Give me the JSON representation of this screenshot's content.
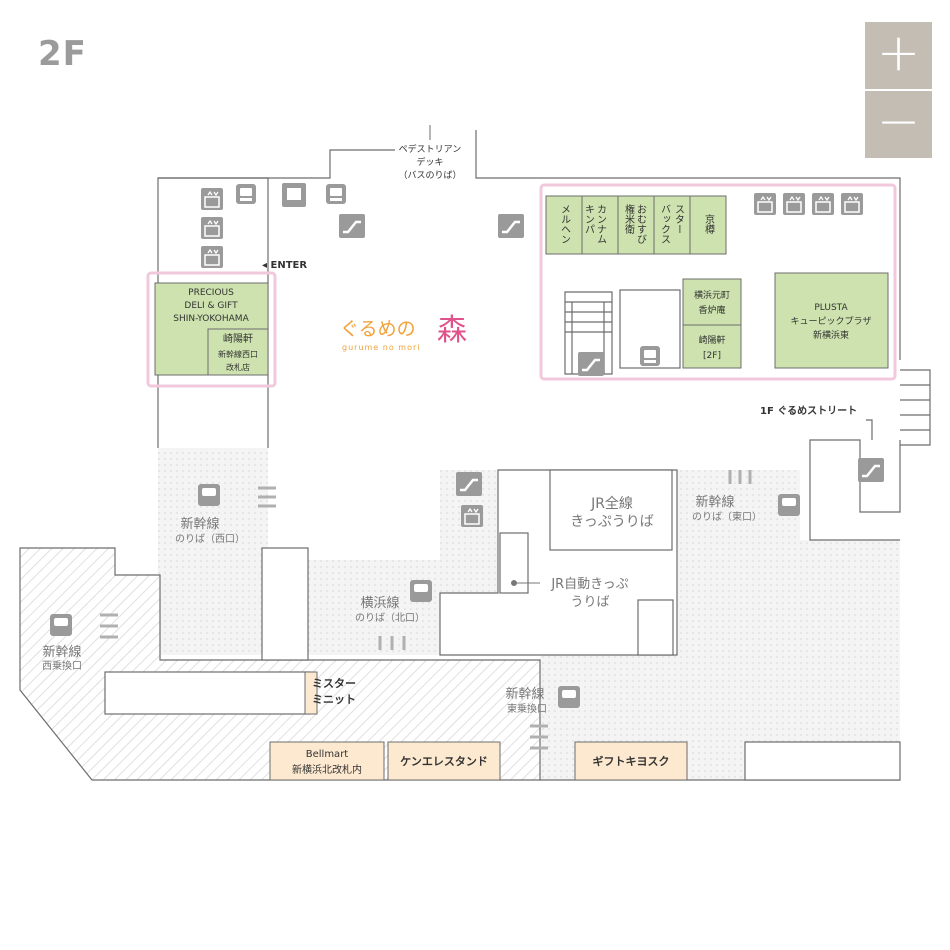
{
  "floor": "2F",
  "zoom": {
    "in_label": "+",
    "out_label": "−"
  },
  "colors": {
    "shop_green": "#cde2ae",
    "shop_orange": "#fde9cf",
    "highlight_pink": "#f2c9dc",
    "concourse": "#eeeeee",
    "brand_orange": "#f1a23a",
    "brand_pink": "#e0528a"
  },
  "brand": {
    "name": "ぐるめの",
    "mori": "森",
    "sub": "gurume no mori"
  },
  "labels": {
    "pedestrian": [
      "ペデストリアン",
      "デッキ",
      "（バスのりば）"
    ],
    "enter": "◂ ENTER",
    "street_1f": "1F ぐるめストリート",
    "shinkansen_west": [
      "新幹線",
      "のりば（西口）"
    ],
    "shinkansen_east": [
      "新幹線",
      "のりば（東口）"
    ],
    "shinkansen_west_transfer": [
      "新幹線",
      "西乗換口"
    ],
    "shinkansen_east_transfer": [
      "新幹線",
      "東乗換口"
    ],
    "yokohama_line": [
      "横浜線",
      "のりば（北口）"
    ],
    "jr_tickets": [
      "JR全線",
      "きっぷうりば"
    ],
    "jr_auto": [
      "JR自動きっぷ",
      "うりば"
    ]
  },
  "shops": {
    "precious": [
      "PRECIOUS",
      "DELI & GIFT",
      "SHIN-YOKOHAMA"
    ],
    "kiyoken_west": [
      "崎陽軒",
      "新幹線西口",
      "改札店"
    ],
    "marchen": "メルヘン",
    "kanemu": "カンナムキンパ",
    "kanemu_lines": [
      "カンナム",
      "キンパ"
    ],
    "okome": [
      "おむすび",
      "権米衛"
    ],
    "starbucks": [
      "スター",
      "バックス"
    ],
    "kyoya": "京樽",
    "koroan": [
      "横浜元町",
      "香炉庵"
    ],
    "kiyoken_2f": [
      "崎陽軒",
      "[2F]"
    ],
    "plusta": [
      "PLUSTA",
      "キューピックプラザ",
      "新横浜東"
    ],
    "mister": [
      "ミスター",
      "ミニット"
    ],
    "bellmart": [
      "Bellmart",
      "新横浜北改札内"
    ],
    "kenele": "ケンエレスタンド",
    "gift": "ギフトキヨスク"
  }
}
